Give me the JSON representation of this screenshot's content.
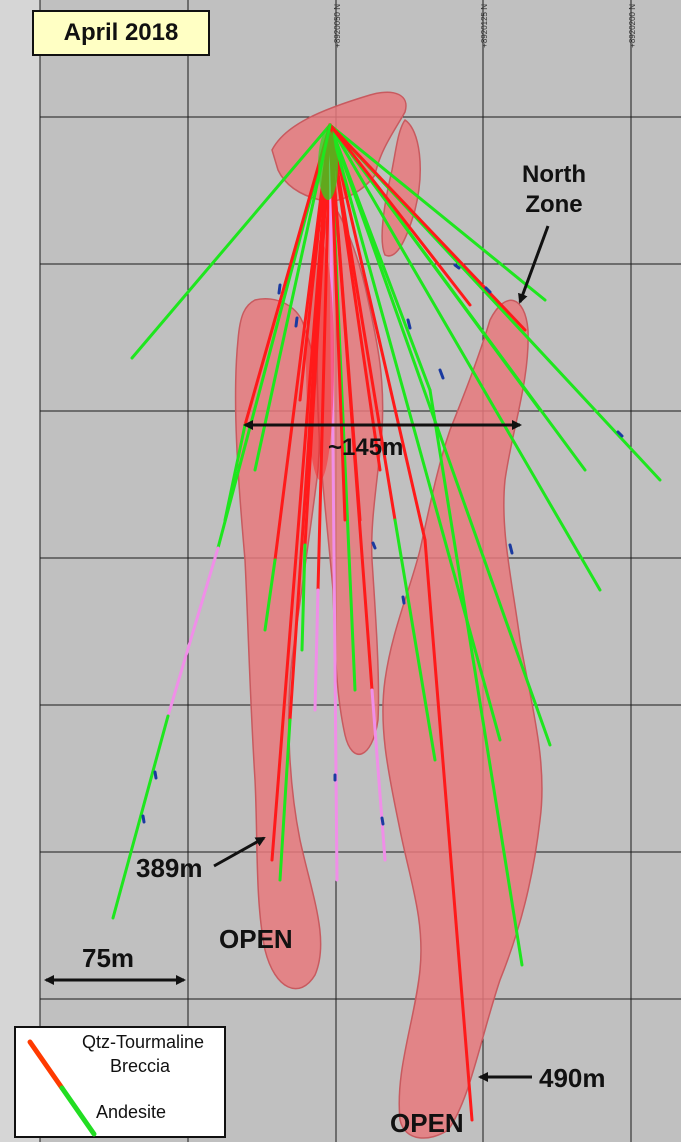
{
  "title": "April 2018",
  "northing_labels": [
    "+8920050 N",
    "+8920125 N",
    "+8920200 N"
  ],
  "labels": {
    "north_zone": [
      "North",
      "Zone"
    ],
    "width": "~145m",
    "depth_389": "389m",
    "depth_490": "490m",
    "open_left": "OPEN",
    "open_bottom": "OPEN",
    "scale": "75m"
  },
  "legend": {
    "breccia": [
      "Qtz-Tourmaline",
      "Breccia"
    ],
    "andesite": "Andesite"
  },
  "colors": {
    "background": "#c0c0c0",
    "grid": "#1a1a1a",
    "orebody": "#e8797d",
    "breccia": "#ff1a1a",
    "andesite": "#1ee61e",
    "other_lith": "#f08ee8",
    "mafic": "#1a3aa0",
    "title_bg": "#ffffc4"
  }
}
